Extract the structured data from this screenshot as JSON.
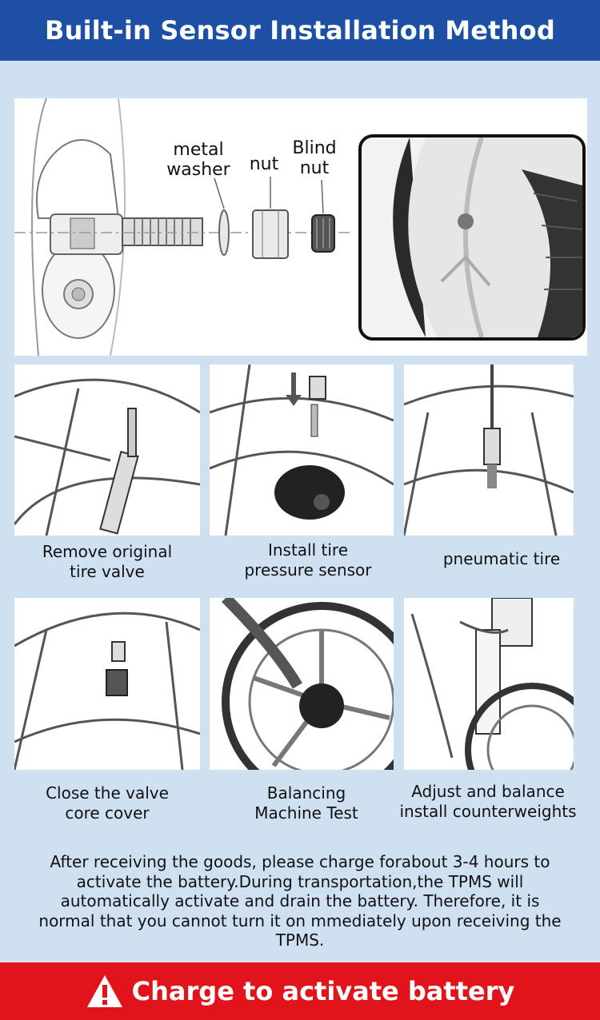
{
  "header": {
    "title": "Built-in Sensor Installation Method"
  },
  "diagram": {
    "labels": {
      "metal_washer": "metal\nwasher",
      "nut": "nut",
      "blind_nut": "Blind\nnut"
    }
  },
  "steps": [
    {
      "caption": "Remove original\ntire valve",
      "icon": "tire-valve-removal"
    },
    {
      "caption": "Install tire\npressure sensor",
      "icon": "sensor-install"
    },
    {
      "caption": "pneumatic tire",
      "icon": "tire-inflation"
    },
    {
      "caption": "Close the valve\ncore cover",
      "icon": "valve-cap"
    },
    {
      "caption": "Balancing\nMachine Test",
      "icon": "balancing-machine"
    },
    {
      "caption": "Adjust and balance\ninstall counterweights",
      "icon": "counterweights"
    }
  ],
  "notice": "After receiving the goods, please charge forabout 3-4 hours to activate the battery.During transportation,the TPMS will automatically activate and drain the battery. Therefore, it is normal that you cannot turn it on mmediately upon receiving the TPMS.",
  "footer": {
    "text": "Charge to activate battery",
    "icon": "warning-icon"
  },
  "colors": {
    "header_bg": "#1d4fa5",
    "page_bg": "#cfe0f0",
    "footer_bg": "#e0141a"
  }
}
